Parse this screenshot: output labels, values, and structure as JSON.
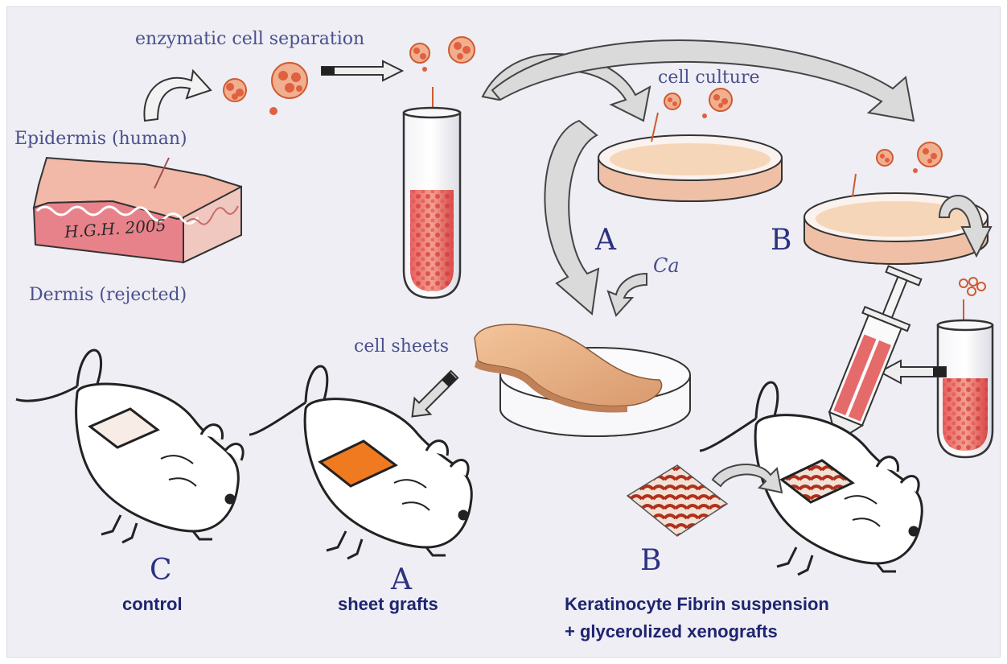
{
  "labels": {
    "enzymatic": "enzymatic cell separation",
    "cell_culture": "cell culture",
    "epidermis": "Epidermis (human)",
    "dermis": "Dermis (rejected)",
    "signature": "H.G.H. 2005",
    "calcium": "Ca",
    "cell_sheets": "cell sheets",
    "dish_a": "A",
    "dish_b": "B",
    "mouse_c_letter": "C",
    "mouse_c_caption": "control",
    "mouse_a_letter": "A",
    "mouse_a_caption": "sheet grafts",
    "mouse_b_letter": "B",
    "mouse_b_caption_1": "Keratinocyte Fibrin suspension",
    "mouse_b_caption_2": "+ glycerolized xenografts"
  },
  "colors": {
    "text_blue": "#4a4f8e",
    "text_dark_blue": "#1f2470",
    "cells": "#e07a50",
    "skin": "#e8a7a0",
    "graft_orange": "#f07a20",
    "arrow_gray": "#d8d8d8"
  }
}
